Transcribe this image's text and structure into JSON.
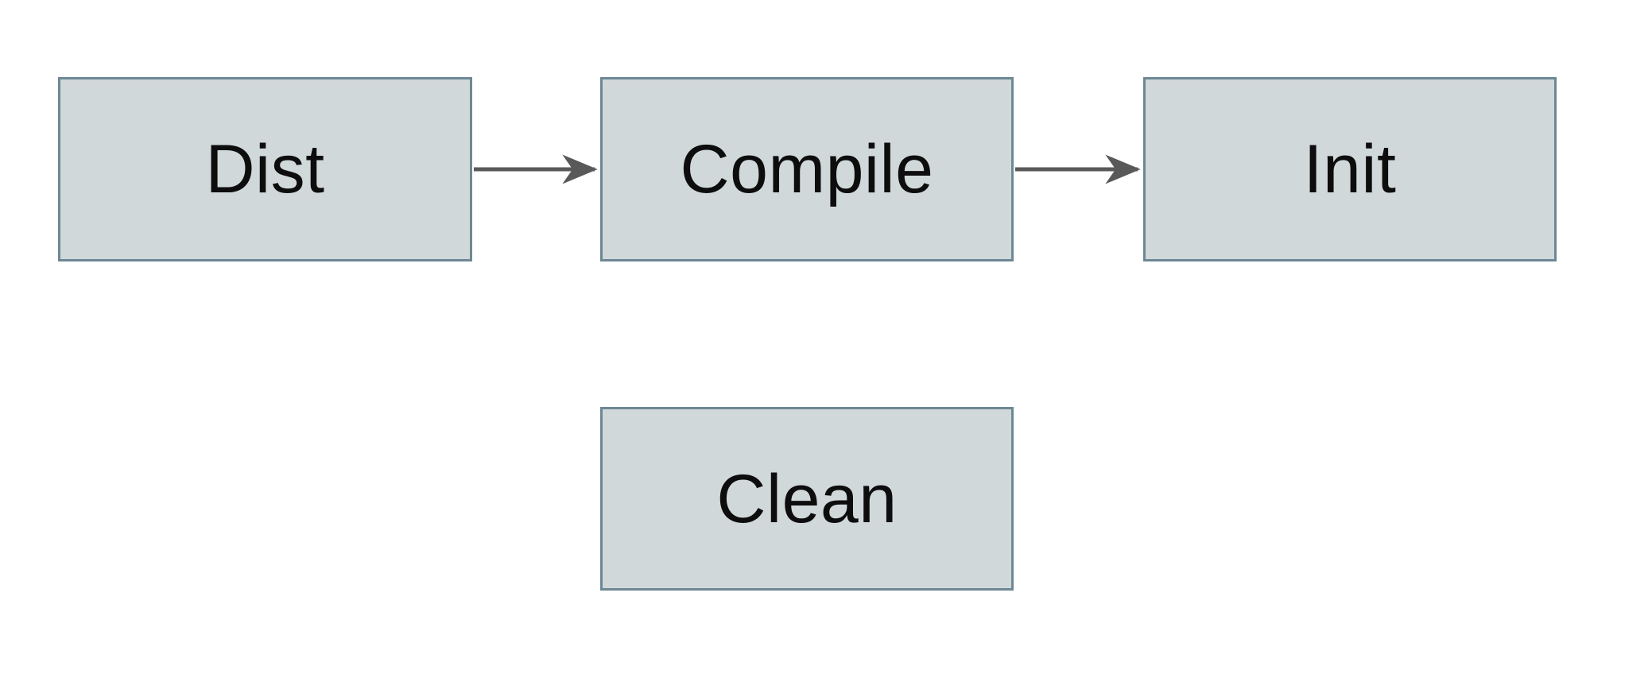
{
  "diagram": {
    "type": "flowchart",
    "nodes": [
      {
        "id": "dist",
        "label": "Dist"
      },
      {
        "id": "compile",
        "label": "Compile"
      },
      {
        "id": "init",
        "label": "Init"
      },
      {
        "id": "clean",
        "label": "Clean"
      }
    ],
    "edges": [
      {
        "from": "Dist",
        "to": "Compile",
        "direction": "right",
        "style": "solid-arrow"
      },
      {
        "from": "Compile",
        "to": "Init",
        "direction": "right",
        "style": "solid-arrow"
      }
    ],
    "icons": [
      {
        "name": "arrowhead-icon",
        "glyph": "barbed right-pointing arrow"
      }
    ],
    "colors": {
      "node_fill": "#d1d8da",
      "node_border": "#6d8894",
      "arrow": "#595959",
      "text": "#0d0d0d",
      "background": "#ffffff"
    }
  }
}
